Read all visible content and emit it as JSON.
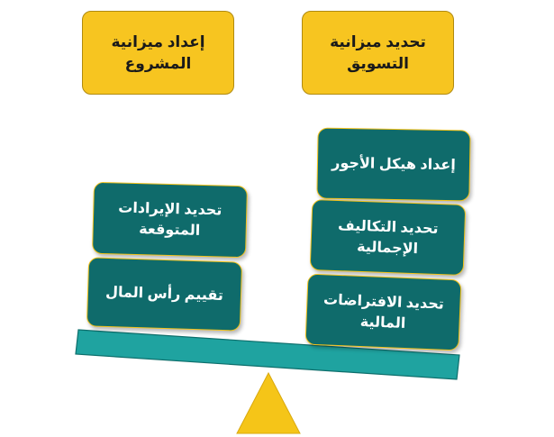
{
  "colors": {
    "header_fill": "#f7c520",
    "header_border": "#b08a10",
    "block_fill": "#0f6b6b",
    "block_border": "#f2c21a",
    "beam_fill": "#1fa3a0",
    "beam_border": "#0e6f6c",
    "fulcrum_fill": "#f5c518"
  },
  "headers": {
    "left": "إعداد ميزانية\nالمشروع",
    "right": "تحديد ميزانية\nالتسويق"
  },
  "left_stack": {
    "top": "تحديد الإيرادات\nالمتوقعة",
    "bottom": "تقييم رأس المال"
  },
  "right_stack": {
    "top": "إعداد هيكل الأجور",
    "middle": "تحديد التكاليف\nالإجمالية",
    "bottom": "تحديد الافتراضات\nالمالية"
  }
}
